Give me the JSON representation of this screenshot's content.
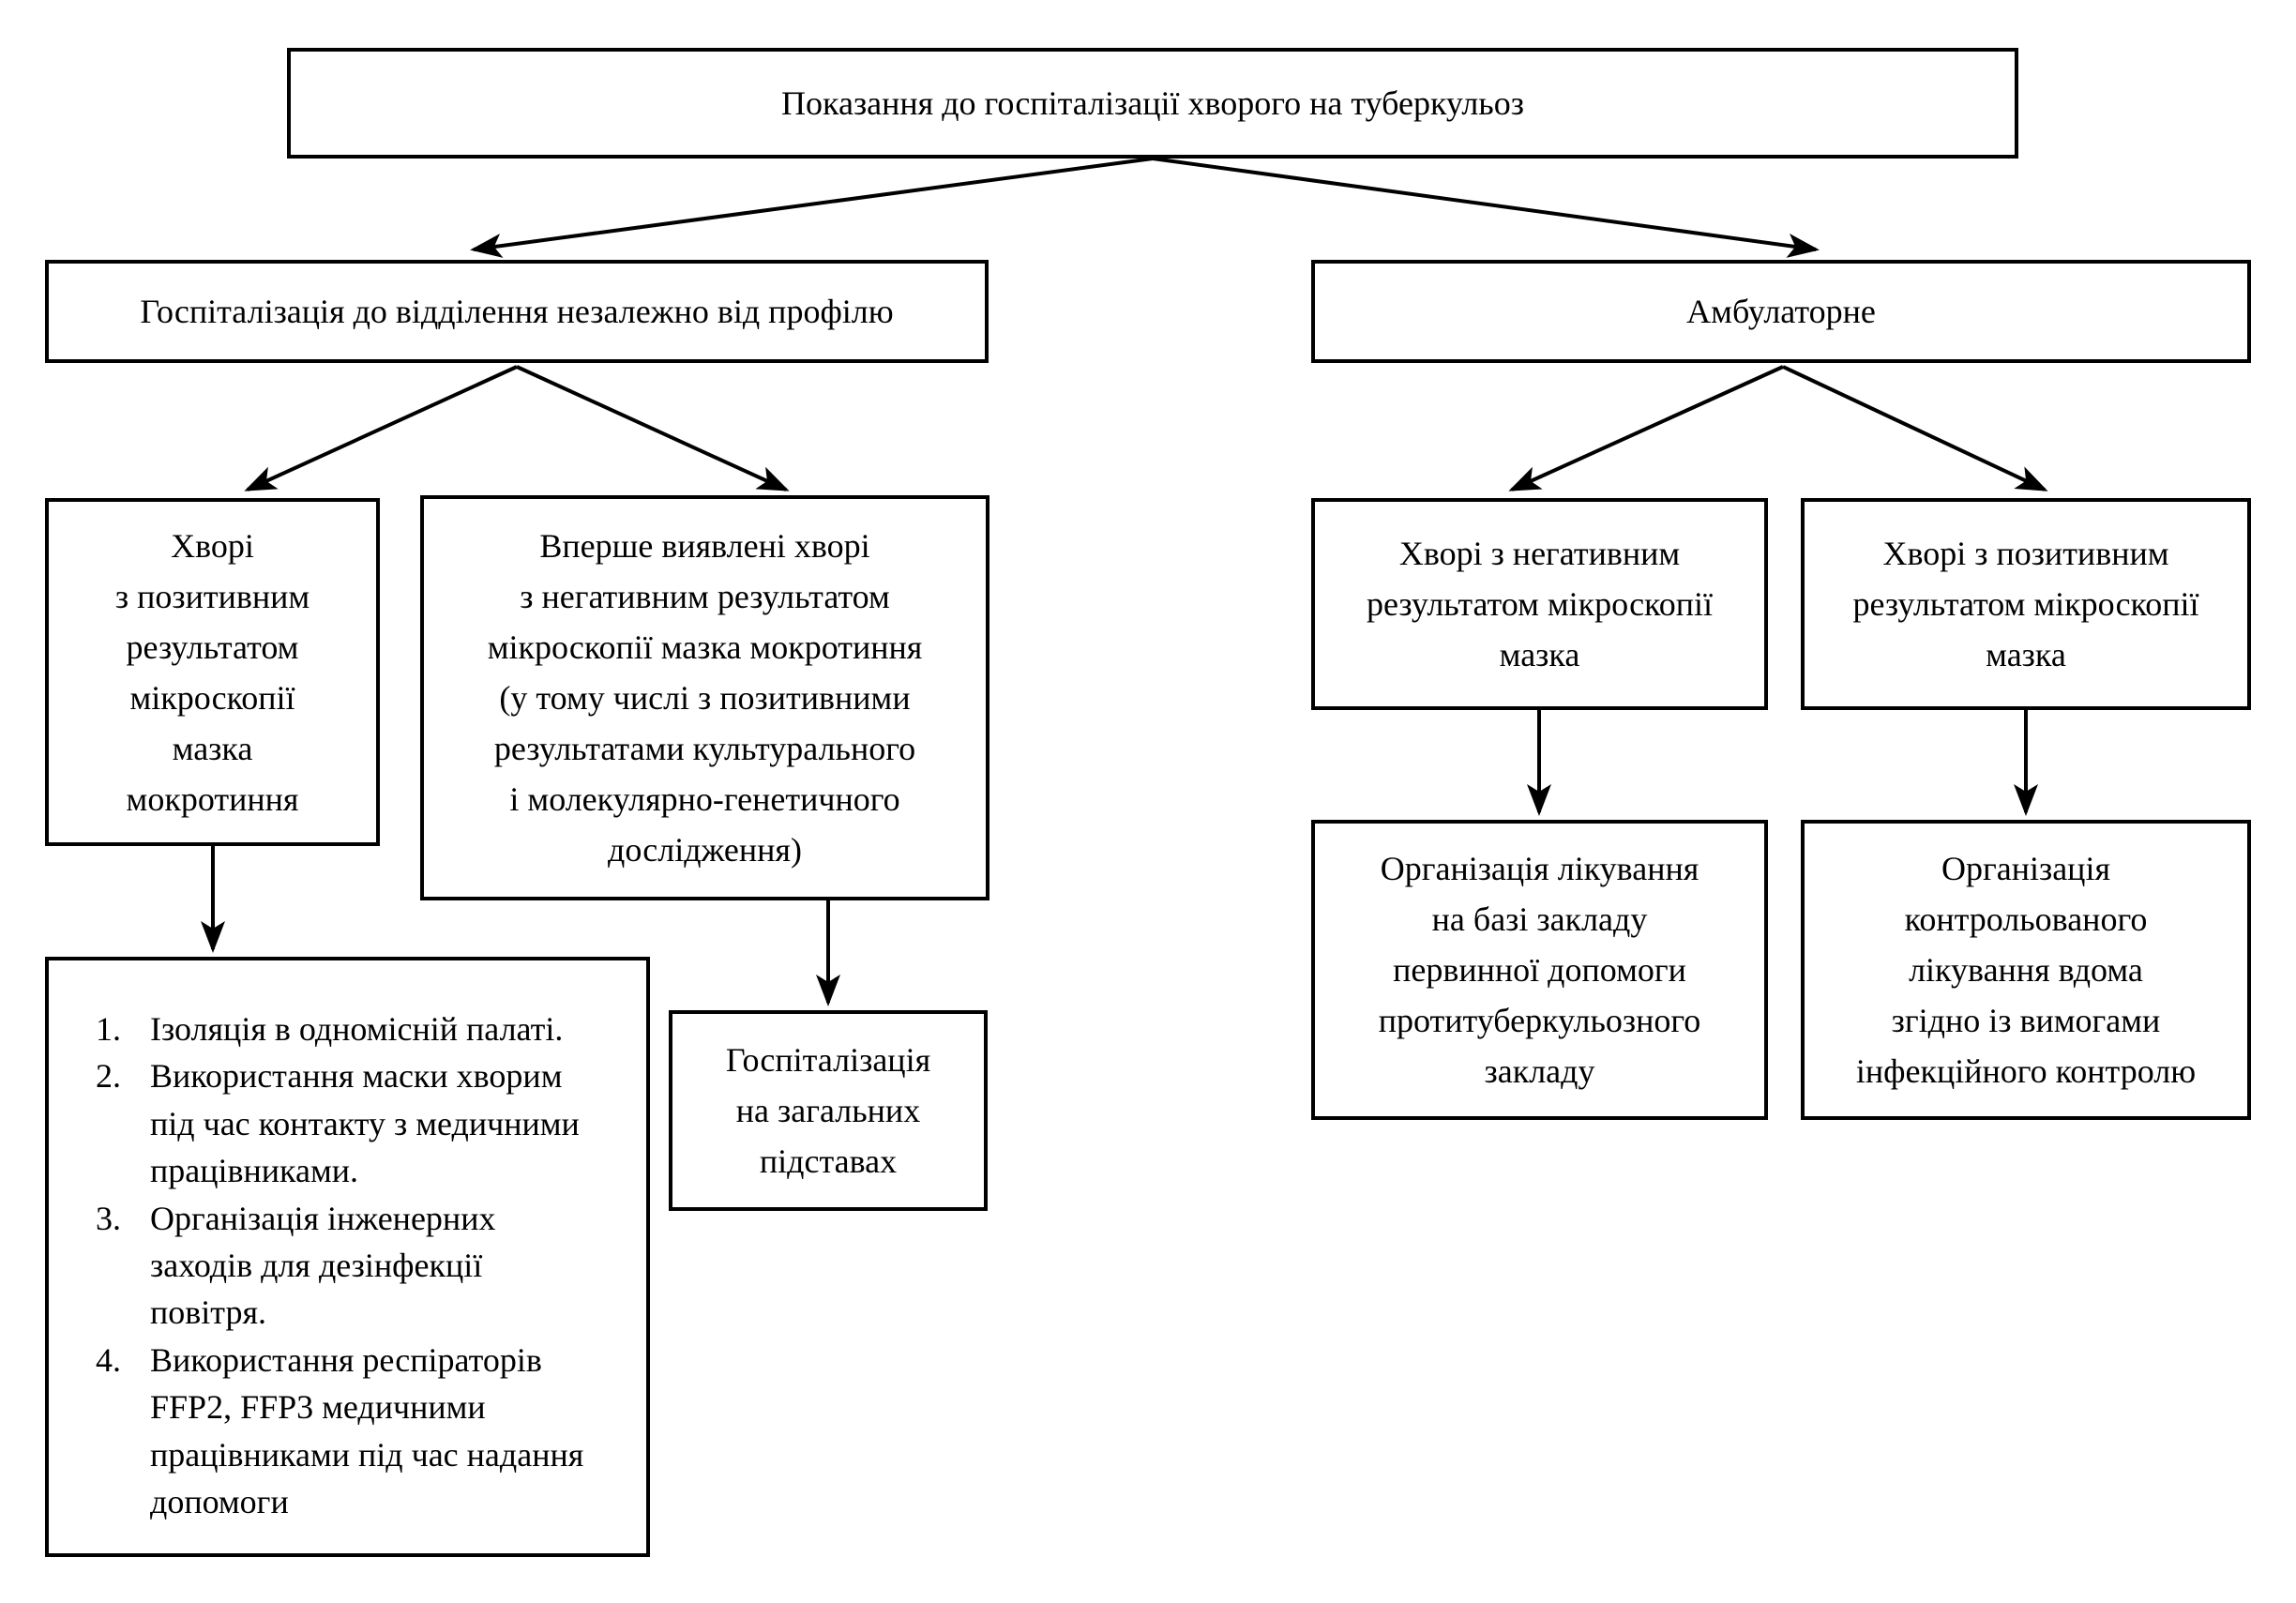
{
  "diagram": {
    "kind": "flowchart",
    "colors": {
      "line": "#000000",
      "background": "#ffffff",
      "text": "#000000"
    },
    "boxes": {
      "title": {
        "text": "Показання до госпіталізації хворого на туберкульоз"
      },
      "inpatient_branch": {
        "text": "Госпіталізація до відділення незалежно від профілю"
      },
      "outpatient_branch": {
        "text": "Амбулаторне"
      },
      "smear_positive_inpatient": {
        "text": "Хворі\nз позитивним\nрезультатом\nмікроскопії\nмазка\nмокротиння"
      },
      "first_detected": {
        "text": "Вперше виявлені хворі\nз негативним результатом\nмікроскопії мазка мокротиння\n(у тому числі з позитивними\nрезультатами культурального\nі молекулярно-генетичного\nдослідження)"
      },
      "isolation_measures": {
        "items": [
          {
            "num": "1.",
            "text": "Ізоляція в одномісній палаті."
          },
          {
            "num": "2.",
            "text": "Використання маски хворим\nпід час контакту з медичними\nпрацівниками."
          },
          {
            "num": "3.",
            "text": "Організація інженерних\nзаходів для дезінфекції\nповітря."
          },
          {
            "num": "4.",
            "text": "Використання респіраторів\nFFP2, FFP3 медичними\nпрацівниками під час надання\nдопомоги"
          }
        ]
      },
      "general_hospitalization": {
        "text": "Госпіталізація\nна загальних\nпідставах"
      },
      "smear_negative_outpatient": {
        "text": "Хворі з негативним\nрезультатом мікроскопії\nмазка"
      },
      "smear_positive_outpatient": {
        "text": "Хворі з позитивним\nрезультатом мікроскопії\nмазка"
      },
      "primary_care_treatment": {
        "text": "Організація лікування\nна базі закладу\nпервинної допомоги\nпротитуберкульозного\nзакладу"
      },
      "home_treatment": {
        "text": "Організація\nконтрольованого\nлікування вдома\nзгідно із вимогами\nінфекційного контролю"
      }
    }
  }
}
